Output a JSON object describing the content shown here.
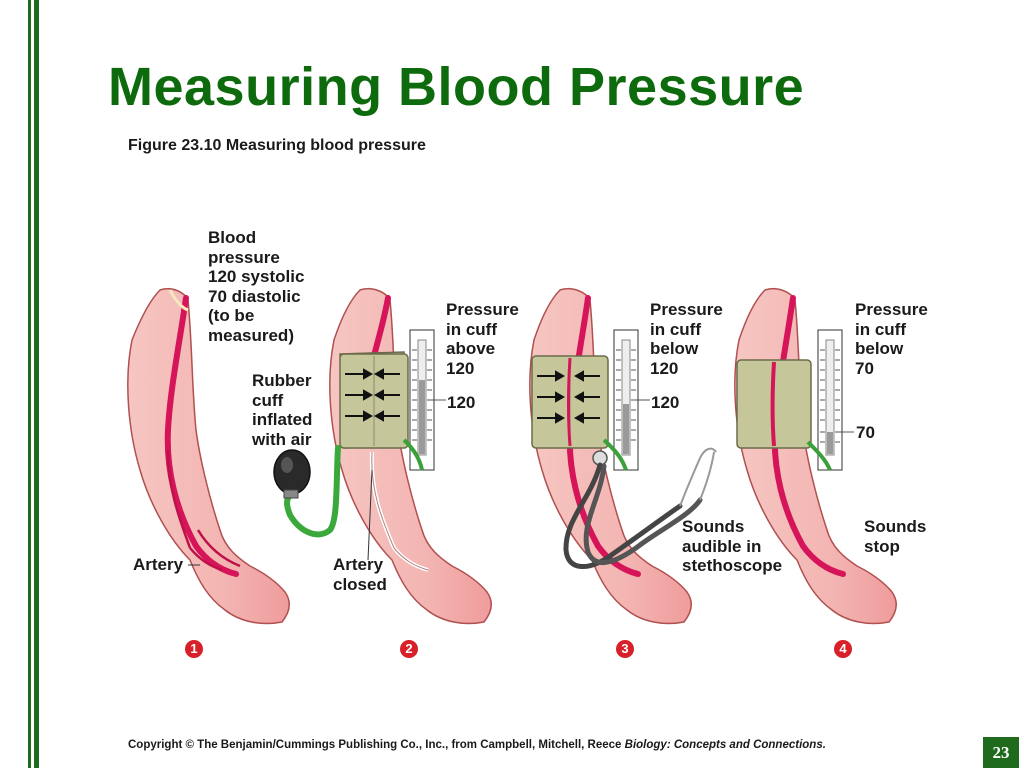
{
  "slide": {
    "title": "Measuring Blood Pressure",
    "page_number": "23",
    "accent_color": "#0d6b0d",
    "bar_color": "#1e6b1e"
  },
  "figure": {
    "caption": "Figure 23.10  Measuring blood pressure",
    "panels": [
      {
        "step": "1",
        "labels": {
          "blood_pressure": "Blood\npressure\n120 systolic\n70 diastolic\n(to be\nmeasured)",
          "artery": "Artery"
        }
      },
      {
        "step": "2",
        "labels": {
          "cuff": "Rubber\ncuff\ninflated\nwith air",
          "pressure": "Pressure\nin cuff\nabove\n120",
          "gauge_mark": "120",
          "artery_closed": "Artery\nclosed"
        }
      },
      {
        "step": "3",
        "labels": {
          "pressure": "Pressure\nin cuff\nbelow\n120",
          "gauge_mark": "120",
          "sounds": "Sounds\naudible in\nstethoscope"
        }
      },
      {
        "step": "4",
        "labels": {
          "pressure": "Pressure\nin cuff\nbelow\n70",
          "gauge_mark": "70",
          "sounds": "Sounds\nstop"
        }
      }
    ]
  },
  "copyright": {
    "text": "Copyright © The Benjamin/Cummings Publishing Co., Inc., from Campbell, Mitchell, Reece ",
    "book_title": "Biology: Concepts and Connections."
  }
}
